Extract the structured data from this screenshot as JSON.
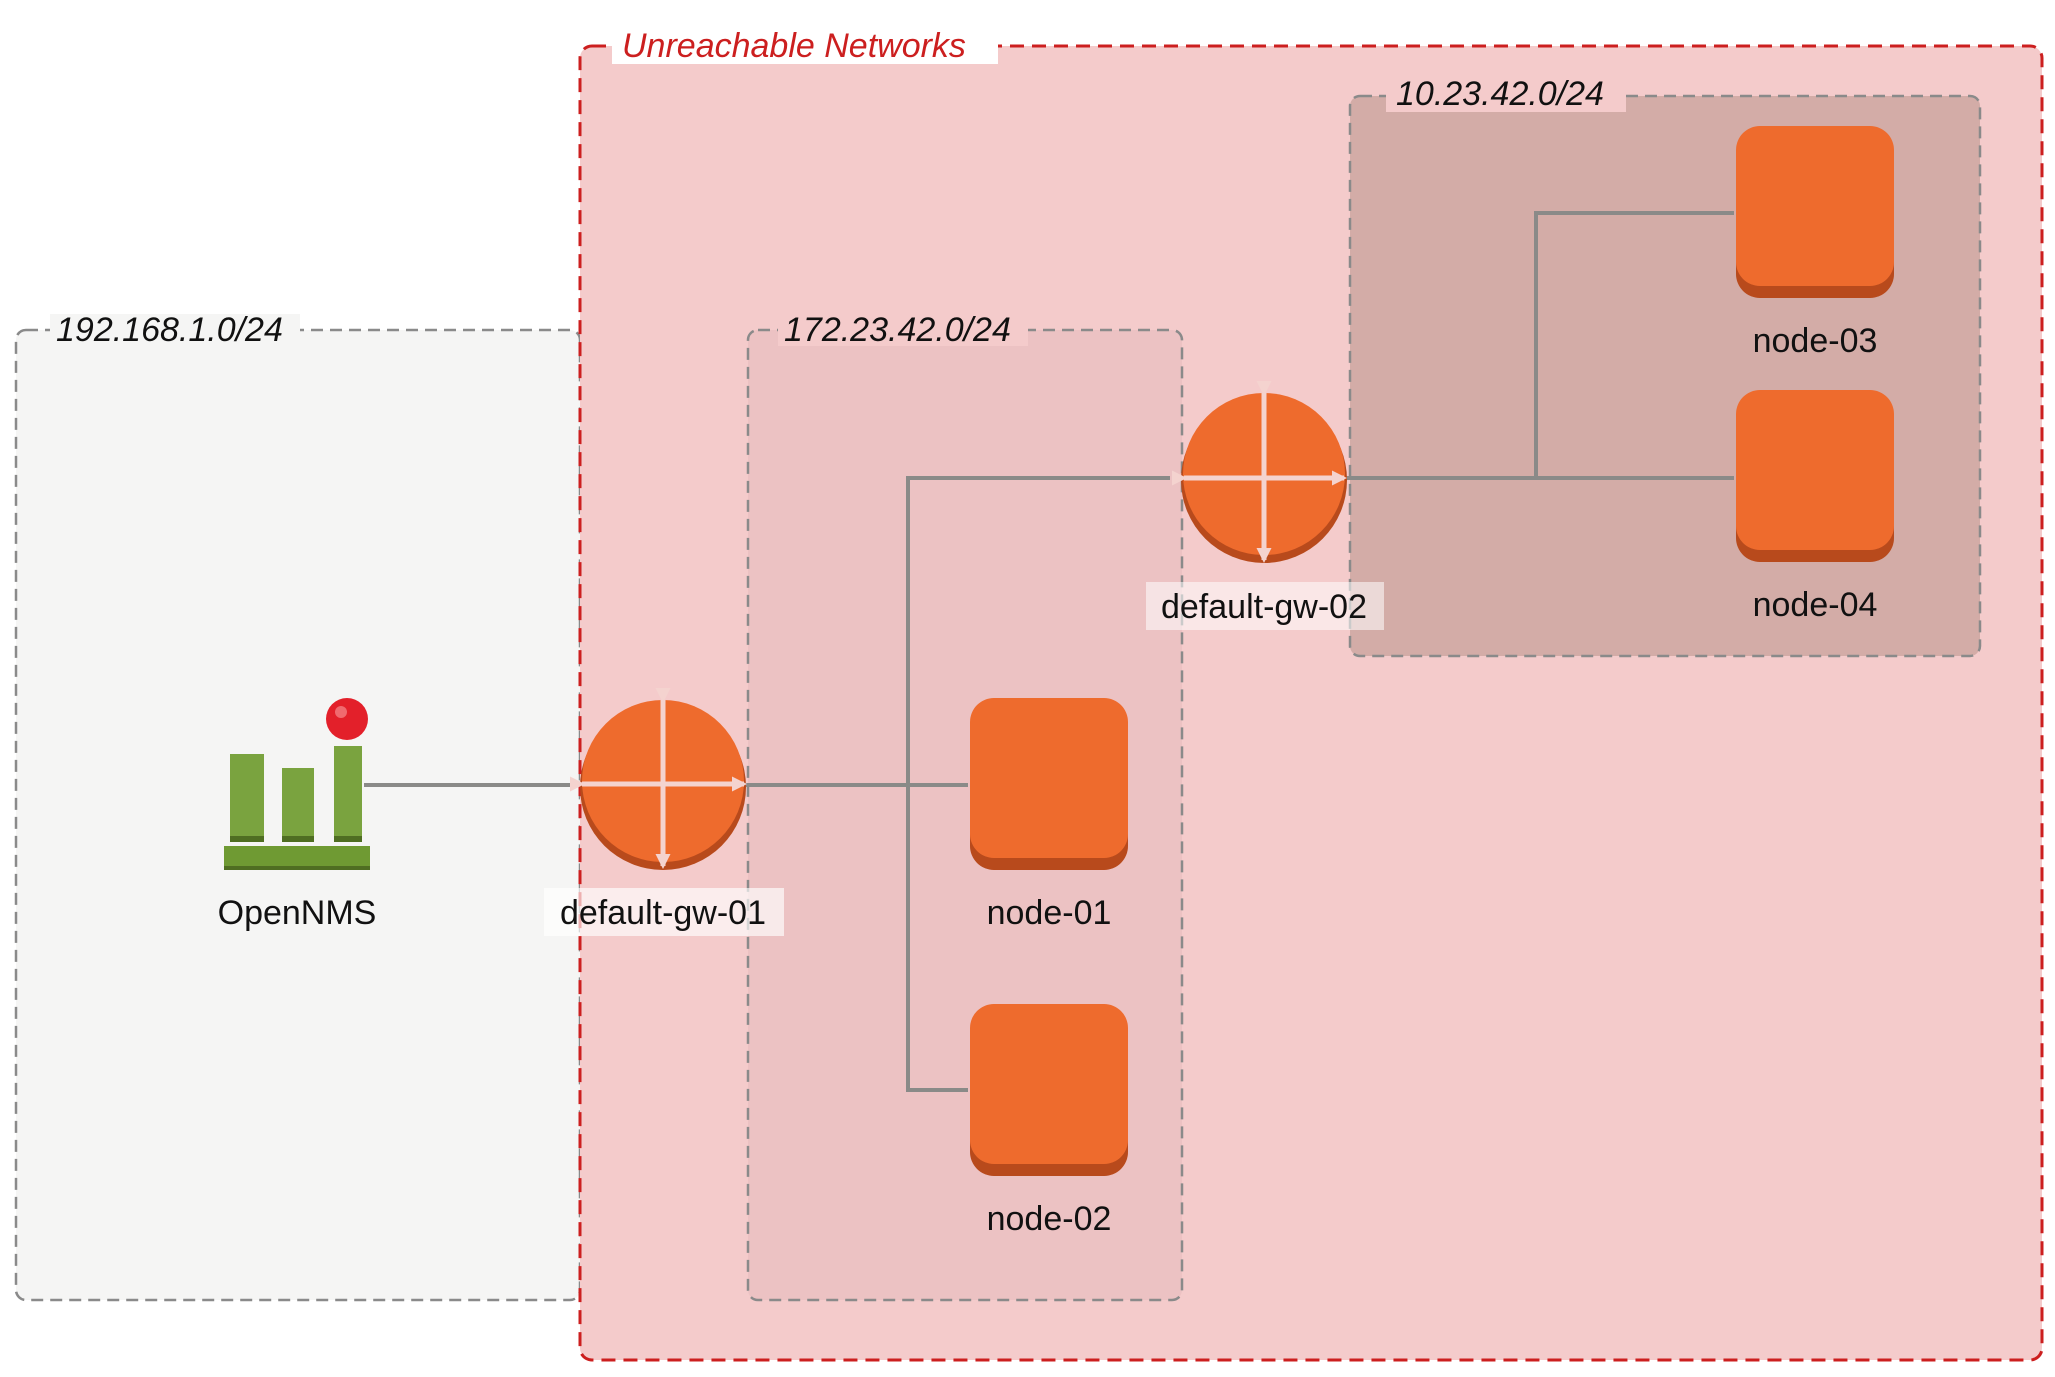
{
  "diagram": {
    "zones": {
      "left_network": {
        "label": "192.168.1.0/24"
      },
      "unreachable": {
        "label": "Unreachable Networks",
        "color": "#cc1f1f"
      },
      "mid_network": {
        "label": "172.23.42.0/24"
      },
      "right_network": {
        "label": "10.23.42.0/24"
      }
    },
    "nodes": {
      "opennms": {
        "label": "OpenNMS",
        "icon": "opennms-logo-icon"
      },
      "gw1": {
        "label": "default-gw-01",
        "icon": "router-icon"
      },
      "gw2": {
        "label": "default-gw-02",
        "icon": "router-icon"
      },
      "node01": {
        "label": "node-01",
        "icon": "server-node-icon"
      },
      "node02": {
        "label": "node-02",
        "icon": "server-node-icon"
      },
      "node03": {
        "label": "node-03",
        "icon": "server-node-icon"
      },
      "node04": {
        "label": "node-04",
        "icon": "server-node-icon"
      }
    },
    "colors": {
      "device_orange": "#ee6b2d",
      "device_shadow": "#b84a1c",
      "link_gray": "#8a8a88",
      "opennms_green": "#7aa33f",
      "status_red": "#e3202a"
    }
  }
}
